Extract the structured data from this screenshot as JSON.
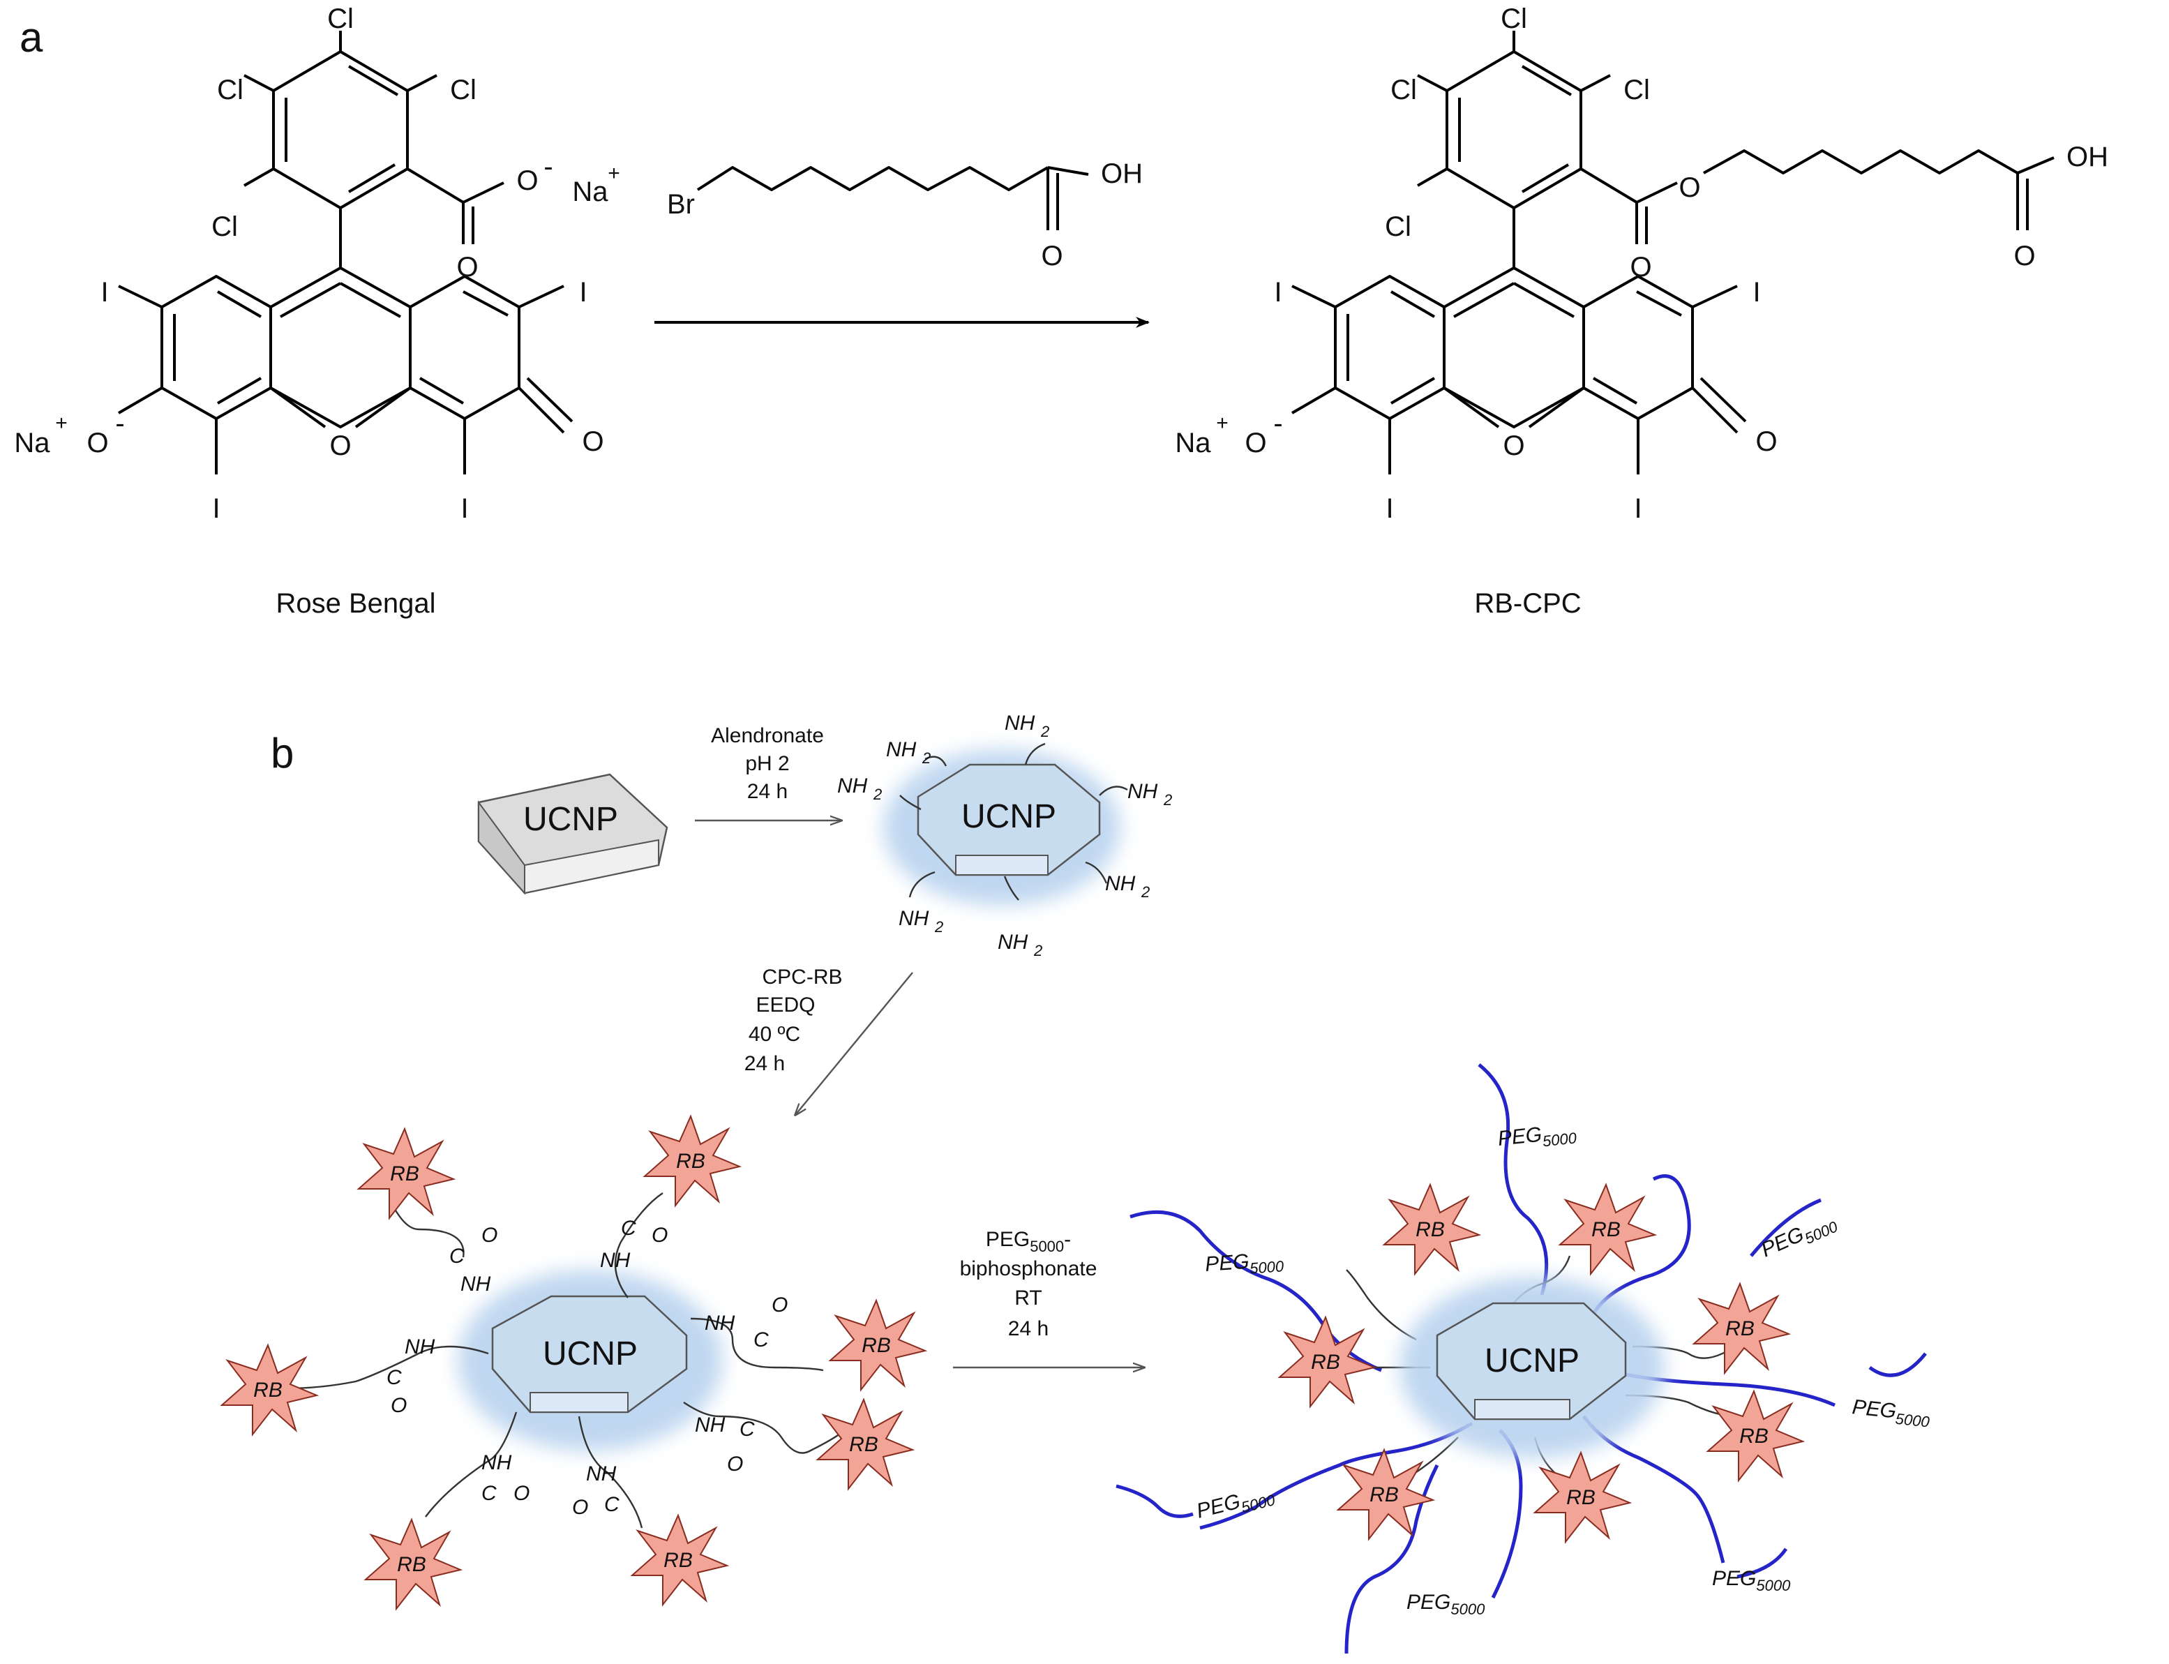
{
  "panels": {
    "a": "a",
    "b": "b"
  },
  "panel_a": {
    "reactant_name": "Rose Bengal",
    "product_name": "RB-CPC",
    "reagent": {
      "br": "Br",
      "oh": "OH",
      "o": "O"
    },
    "atoms": {
      "cl": "Cl",
      "i": "I",
      "o": "O",
      "na": "Na",
      "plus": "+",
      "minus": "-",
      "oh": "OH"
    }
  },
  "panel_b": {
    "core_label": "UCNP",
    "amine_group": "NH",
    "amine_sub": "2",
    "dye_label": "RB",
    "amide": {
      "nh": "NH",
      "c": "C",
      "o": "O"
    },
    "peg_label": "PEG",
    "peg_sub": "5000",
    "step1": [
      "Alendronate",
      "pH 2",
      "24 h"
    ],
    "step2": [
      "CPC-RB",
      "EEDQ",
      "40 ºC",
      "24 h"
    ],
    "step3": {
      "line1": "PEG",
      "line1_sub": "5000",
      "line1_suffix": "-",
      "lines": [
        "biphosphonate",
        "RT",
        "24 h"
      ]
    }
  },
  "colors": {
    "bond": "#000000",
    "hex_gray": "#d8d8d8",
    "hex_blue": "#c8dcf0",
    "glow_blue": "#b9d3ef",
    "star_fill": "#f2a597",
    "star_stroke": "#8a2c20",
    "peg_blue": "#2424c8"
  }
}
